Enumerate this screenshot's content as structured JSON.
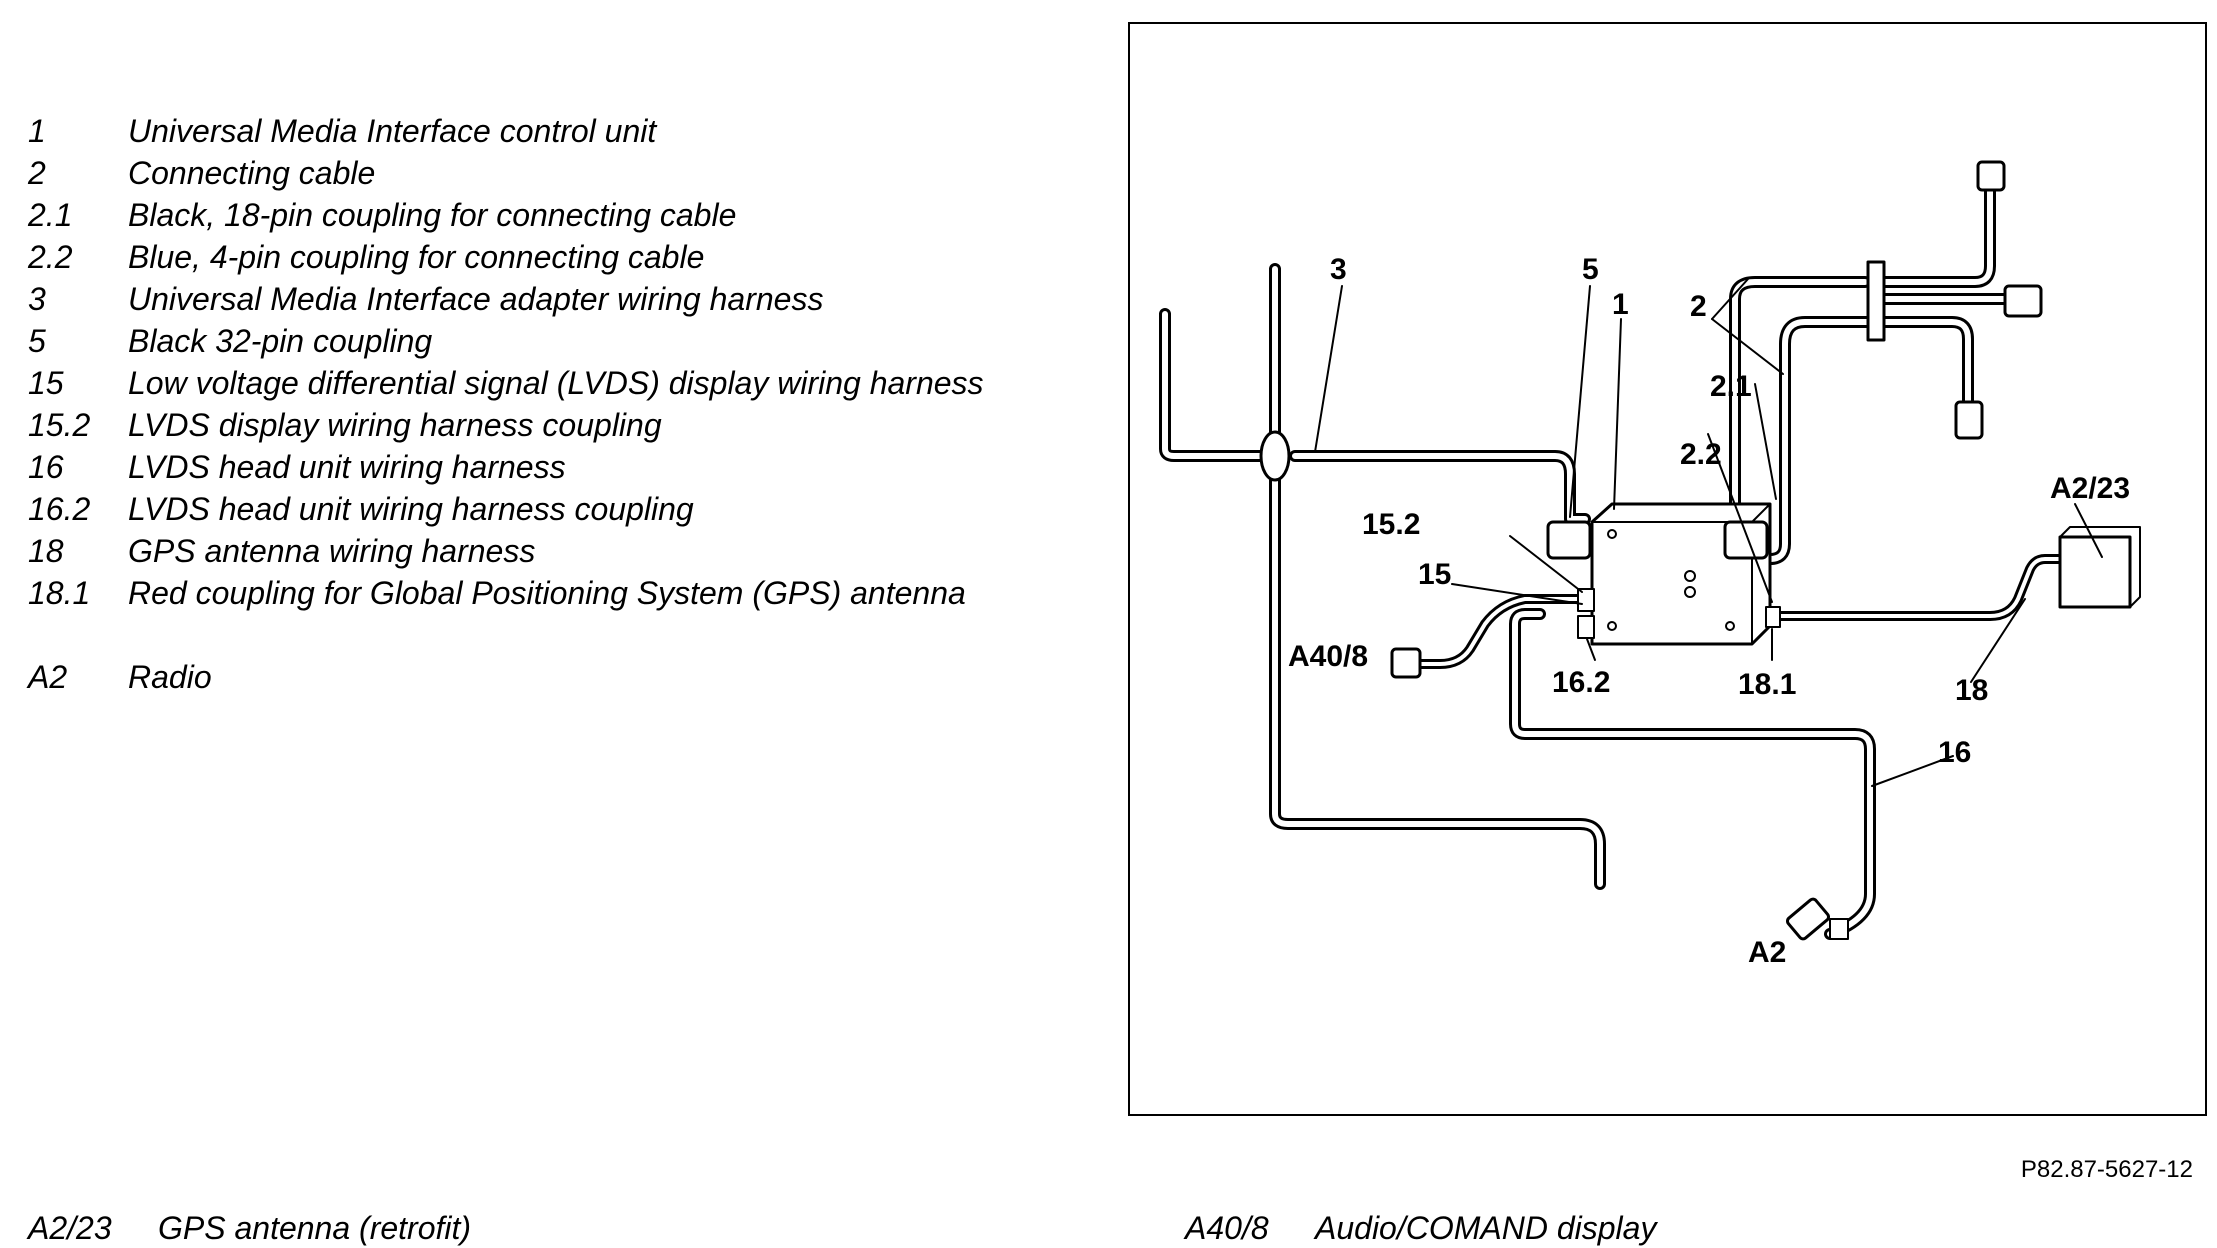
{
  "legend": [
    {
      "key": "1",
      "label": "Universal Media Interface control unit"
    },
    {
      "key": "2",
      "label": "Connecting cable"
    },
    {
      "key": "2.1",
      "label": "Black, 18-pin coupling for connecting cable"
    },
    {
      "key": "2.2",
      "label": "Blue, 4-pin coupling for connecting cable"
    },
    {
      "key": "3",
      "label": "Universal Media Interface adapter wiring harness"
    },
    {
      "key": "5",
      "label": "Black 32-pin coupling"
    },
    {
      "key": "15",
      "label": "Low voltage differential signal (LVDS) display wiring harness"
    },
    {
      "key": "15.2",
      "label": "LVDS display wiring harness coupling"
    },
    {
      "key": "16",
      "label": "LVDS head unit wiring harness"
    },
    {
      "key": "16.2",
      "label": "LVDS head unit wiring harness coupling"
    },
    {
      "key": "18",
      "label": "GPS antenna wiring harness"
    },
    {
      "key": "18.1",
      "label": "Red coupling for Global Positioning System (GPS) antenna"
    },
    {
      "key": "A2",
      "label": "Radio"
    }
  ],
  "footer": [
    {
      "key": "A2/23",
      "label": "GPS antenna (retrofit)"
    },
    {
      "key": "A40/8",
      "label": "Audio/COMAND display"
    }
  ],
  "figure_ref": "P82.87-5627-12",
  "callouts": {
    "c1": "1",
    "c2": "2",
    "c2_1": "2.1",
    "c2_2": "2.2",
    "c3": "3",
    "c5": "5",
    "c15": "15",
    "c15_2": "15.2",
    "c16": "16",
    "c16_2": "16.2",
    "c18": "18",
    "c18_1": "18.1",
    "cA2": "A2",
    "cA2_23": "A2/23",
    "cA40_8": "A40/8"
  }
}
